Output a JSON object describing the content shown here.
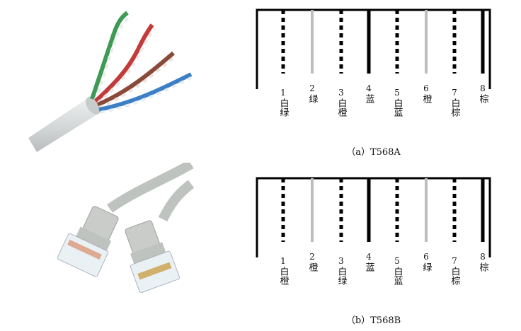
{
  "colors": {
    "cable_jacket": "#d9dcdc",
    "green": "#3f9a55",
    "orange_red": "#c23b3b",
    "brown": "#8a4a3a",
    "blue": "#3c7fc4",
    "connector_body": "#c9ccc8",
    "wire_solid": "#000000",
    "wire_light": "#bdbdbd"
  },
  "diagrams": [
    {
      "id": "a",
      "caption": "（a）T568A",
      "pins": [
        {
          "num": "1",
          "color": "白绿",
          "style": "dashed"
        },
        {
          "num": "2",
          "color": "绿",
          "style": "light"
        },
        {
          "num": "3",
          "color": "白橙",
          "style": "dashed"
        },
        {
          "num": "4",
          "color": "蓝",
          "style": "solid"
        },
        {
          "num": "5",
          "color": "白蓝",
          "style": "dashed"
        },
        {
          "num": "6",
          "color": "橙",
          "style": "light"
        },
        {
          "num": "7",
          "color": "白棕",
          "style": "dashed"
        },
        {
          "num": "8",
          "color": "棕",
          "style": "solid"
        }
      ]
    },
    {
      "id": "b",
      "caption": "（b）T568B",
      "pins": [
        {
          "num": "1",
          "color": "白橙",
          "style": "dashed"
        },
        {
          "num": "2",
          "color": "橙",
          "style": "light"
        },
        {
          "num": "3",
          "color": "白绿",
          "style": "dashed"
        },
        {
          "num": "4",
          "color": "蓝",
          "style": "solid"
        },
        {
          "num": "5",
          "color": "白蓝",
          "style": "dashed"
        },
        {
          "num": "6",
          "color": "绿",
          "style": "light"
        },
        {
          "num": "7",
          "color": "白棕",
          "style": "dashed"
        },
        {
          "num": "8",
          "color": "棕",
          "style": "solid"
        }
      ]
    }
  ]
}
